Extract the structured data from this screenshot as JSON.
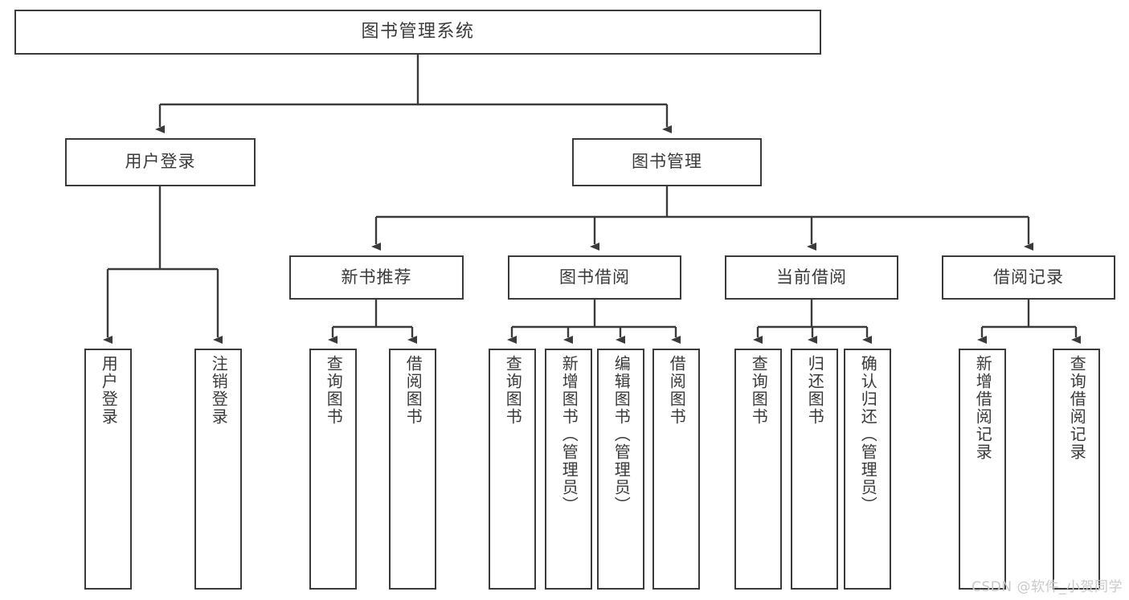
{
  "diagram": {
    "title": "图书管理系统",
    "type": "tree",
    "orientation": "top-down",
    "line_color": "#3b3b3b",
    "box_fill": "#ffffff",
    "text_color": "#3a3a3a"
  },
  "nodes": {
    "root": {
      "label": "图书管理系统"
    },
    "level2": [
      {
        "id": "user-login",
        "label": "用户登录"
      },
      {
        "id": "book-manage",
        "label": "图书管理"
      }
    ],
    "level3": [
      {
        "id": "new-book-recommend",
        "label": "新书推荐"
      },
      {
        "id": "book-borrow",
        "label": "图书借阅"
      },
      {
        "id": "current-borrow",
        "label": "当前借阅"
      },
      {
        "id": "borrow-record",
        "label": "借阅记录"
      }
    ],
    "leaves": {
      "user_login": [
        {
          "id": "leaf-user-login",
          "label": "用户登录"
        },
        {
          "id": "leaf-logout",
          "label": "注销登录"
        }
      ],
      "new_book_recommend": [
        {
          "id": "leaf-query-book-1",
          "label": "查询图书"
        },
        {
          "id": "leaf-borrow-book-1",
          "label": "借阅图书"
        }
      ],
      "book_borrow": [
        {
          "id": "leaf-query-book-2",
          "label": "查询图书"
        },
        {
          "id": "leaf-add-book",
          "label": "新增图书（管理员）"
        },
        {
          "id": "leaf-edit-book",
          "label": "编辑图书（管理员）"
        },
        {
          "id": "leaf-borrow-book-2",
          "label": "借阅图书"
        }
      ],
      "current_borrow": [
        {
          "id": "leaf-query-book-3",
          "label": "查询图书"
        },
        {
          "id": "leaf-return-book",
          "label": "归还图书"
        },
        {
          "id": "leaf-confirm-return",
          "label": "确认归还（管理员）"
        }
      ],
      "borrow_record": [
        {
          "id": "leaf-add-record",
          "label": "新增借阅记录"
        },
        {
          "id": "leaf-query-record",
          "label": "查询借阅记录"
        }
      ]
    }
  },
  "watermark": {
    "text": "CSDN @软件_小贺同学"
  }
}
